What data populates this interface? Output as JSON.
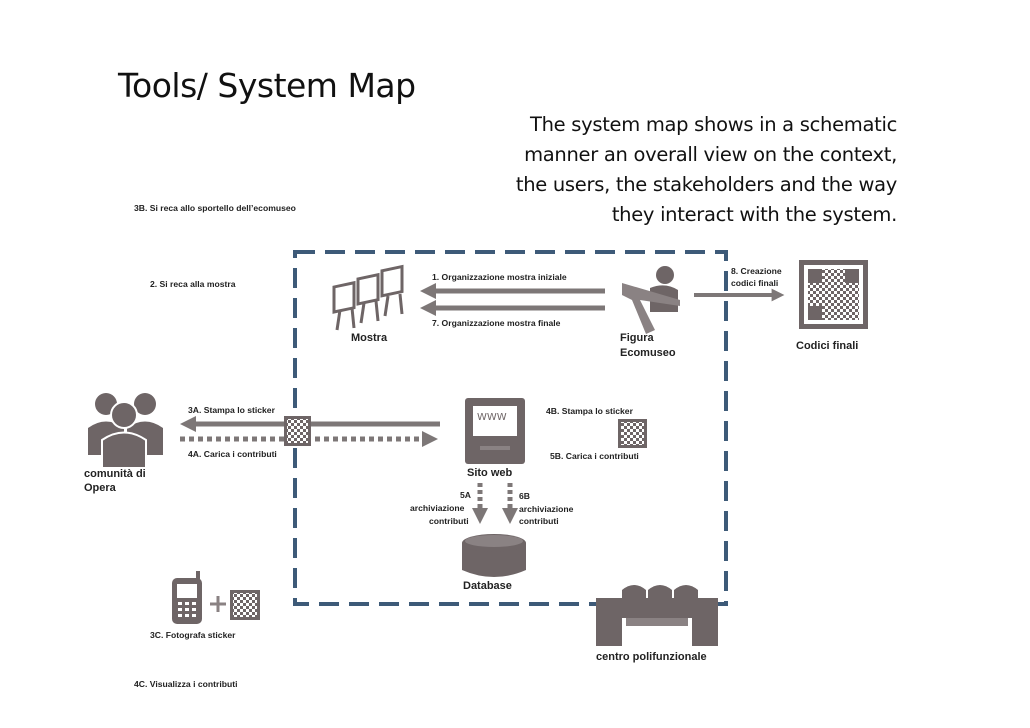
{
  "page": {
    "title": "Tools/ System Map",
    "description": [
      "The system map shows in a schematic",
      "manner an overall view on the context,",
      "the users, the stakeholders and the way",
      "they interact with the system."
    ]
  },
  "nodes": {
    "mostra": "Mostra",
    "figura_line1": "Figura",
    "figura_line2": "Ecomuseo",
    "codici_finali": "Codici finali",
    "comunita_line1": "comunità di",
    "comunita_line2": "Opera",
    "sito_web": "Sito web",
    "www": "WWW",
    "database": "Database",
    "centro": "centro polifunzionale"
  },
  "steps": {
    "s3b": "3B. Si reca allo sportello dell’ecomuseo",
    "s2": "2. Si reca alla mostra",
    "s1": "1. Organizzazione mostra iniziale",
    "s7": "7. Organizzazione mostra finale",
    "s8_line1": "8. Creazione",
    "s8_line2": "codici finali",
    "s3a": "3A.  Stampa lo sticker",
    "s4a": "4A. Carica i contributi",
    "s4b": "4B. Stampa lo sticker",
    "s5b": "5B. Carica i contributi",
    "s5a_line1": "5A",
    "s5a_line2": "archiviazione",
    "s5a_line3": "contributi",
    "s6b_line1": "6B",
    "s6b_line2": "archiviazione",
    "s6b_line3": "contributi",
    "s3c": "3C. Fotografa sticker",
    "s4c": "4C. Visualizza i contributi"
  },
  "colors": {
    "boundary": "#3d5a78",
    "icon": "#6e6566",
    "arrow": "#7d7777"
  }
}
